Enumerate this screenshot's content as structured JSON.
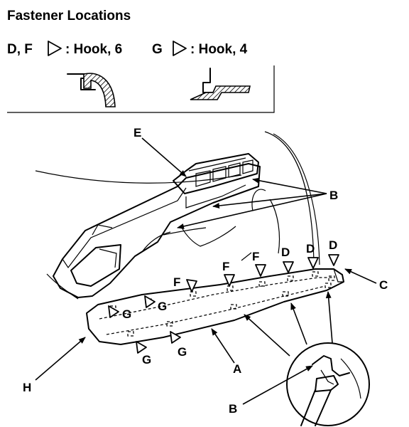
{
  "header": {
    "title": "Fastener Locations"
  },
  "legend": {
    "df_label": "D, F",
    "df_text": ": Hook, 6",
    "g_label": "G",
    "g_text": ": Hook, 4"
  },
  "callouts": {
    "a": "A",
    "b": "B",
    "b_detail": "B",
    "c": "C",
    "e": "E",
    "h": "H"
  },
  "clips": {
    "d": "D",
    "f": "F",
    "g": "G"
  }
}
